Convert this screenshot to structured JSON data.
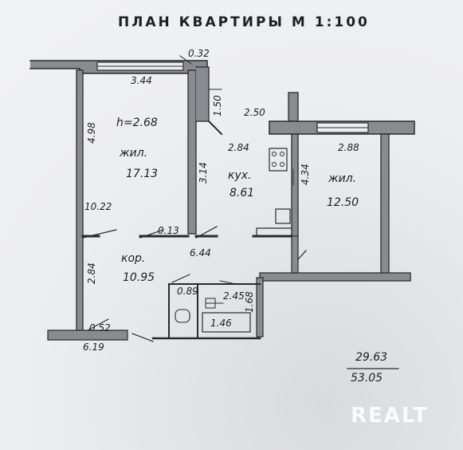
{
  "title": "ПЛАН КВАРТИРЫ М 1:100",
  "rooms": {
    "living1": {
      "label": "жил.",
      "area": "17.13",
      "height": "h=2.68"
    },
    "kitchen": {
      "label": "кух.",
      "area": "8.61"
    },
    "living2": {
      "label": "жил.",
      "area": "12.50"
    },
    "corridor": {
      "label": "кор.",
      "area": "10.95"
    }
  },
  "dimensions": {
    "d_032": "0.32",
    "d_344": "3.44",
    "d_150": "1.50",
    "d_250": "2.50",
    "d_498": "4.98",
    "d_284_k": "2.84",
    "d_288": "2.88",
    "d_314": "3.14",
    "d_434": "4.34",
    "d_1022": "10.22",
    "d_013": "0.13",
    "d_644": "6.44",
    "d_284_c": "2.84",
    "d_089": "0.89",
    "d_245": "2.45",
    "d_168": "1.68",
    "d_146": "1.46",
    "d_052": "0.52",
    "d_619": "6.19"
  },
  "totals": {
    "living": "29.63",
    "total": "53.05"
  },
  "watermark": "REALT"
}
